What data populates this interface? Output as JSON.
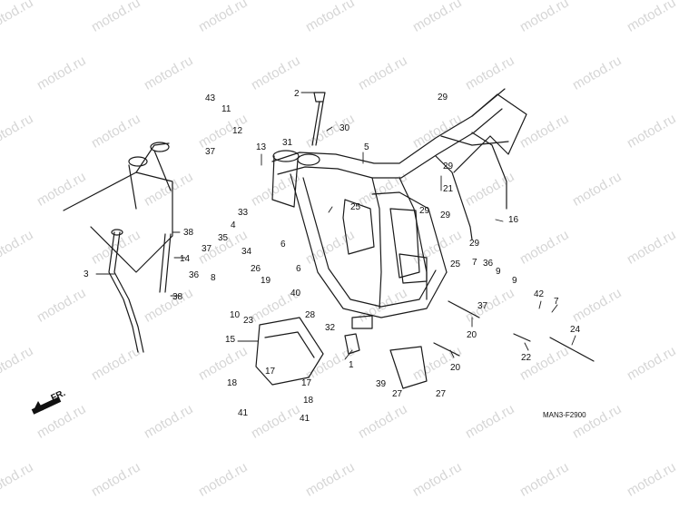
{
  "watermark": "motod.ru",
  "diagram": {
    "ref_code": "MAN3-F2900",
    "direction_label": "FR.",
    "callouts": [
      {
        "id": "c2",
        "text": "2"
      },
      {
        "id": "c29a",
        "text": "29"
      },
      {
        "id": "c43",
        "text": "43"
      },
      {
        "id": "c11",
        "text": "11"
      },
      {
        "id": "c12",
        "text": "12"
      },
      {
        "id": "c30",
        "text": "30"
      },
      {
        "id": "c37a",
        "text": "37"
      },
      {
        "id": "c13",
        "text": "13"
      },
      {
        "id": "c31",
        "text": "31"
      },
      {
        "id": "c5",
        "text": "5"
      },
      {
        "id": "c29b",
        "text": "29"
      },
      {
        "id": "c33",
        "text": "33"
      },
      {
        "id": "c21",
        "text": "21"
      },
      {
        "id": "c25a",
        "text": "25"
      },
      {
        "id": "c29c",
        "text": "29"
      },
      {
        "id": "c29d",
        "text": "29"
      },
      {
        "id": "c16",
        "text": "16"
      },
      {
        "id": "c4",
        "text": "4"
      },
      {
        "id": "c38a",
        "text": "38"
      },
      {
        "id": "c35",
        "text": "35"
      },
      {
        "id": "c29e",
        "text": "29"
      },
      {
        "id": "c37b",
        "text": "37"
      },
      {
        "id": "c34",
        "text": "34"
      },
      {
        "id": "c6a",
        "text": "6"
      },
      {
        "id": "c14",
        "text": "14"
      },
      {
        "id": "c3",
        "text": "3"
      },
      {
        "id": "c26",
        "text": "26"
      },
      {
        "id": "c6b",
        "text": "6"
      },
      {
        "id": "c25b",
        "text": "25"
      },
      {
        "id": "c7a",
        "text": "7"
      },
      {
        "id": "c36a",
        "text": "36"
      },
      {
        "id": "c36b",
        "text": "36"
      },
      {
        "id": "c9a",
        "text": "9"
      },
      {
        "id": "c8",
        "text": "8"
      },
      {
        "id": "c19",
        "text": "19"
      },
      {
        "id": "c9b",
        "text": "9"
      },
      {
        "id": "c38b",
        "text": "38"
      },
      {
        "id": "c40",
        "text": "40"
      },
      {
        "id": "c42",
        "text": "42"
      },
      {
        "id": "c37c",
        "text": "37"
      },
      {
        "id": "c7b",
        "text": "7"
      },
      {
        "id": "c10",
        "text": "10"
      },
      {
        "id": "c23",
        "text": "23"
      },
      {
        "id": "c28",
        "text": "28"
      },
      {
        "id": "c15",
        "text": "15"
      },
      {
        "id": "c32",
        "text": "32"
      },
      {
        "id": "c20a",
        "text": "20"
      },
      {
        "id": "c24",
        "text": "24"
      },
      {
        "id": "c1",
        "text": "1"
      },
      {
        "id": "c22",
        "text": "22"
      },
      {
        "id": "c39",
        "text": "39"
      },
      {
        "id": "c20b",
        "text": "20"
      },
      {
        "id": "c17a",
        "text": "17"
      },
      {
        "id": "c18a",
        "text": "18"
      },
      {
        "id": "c17b",
        "text": "17"
      },
      {
        "id": "c27a",
        "text": "27"
      },
      {
        "id": "c27b",
        "text": "27"
      },
      {
        "id": "c18b",
        "text": "18"
      },
      {
        "id": "c41a",
        "text": "41"
      },
      {
        "id": "c41b",
        "text": "41"
      }
    ]
  }
}
